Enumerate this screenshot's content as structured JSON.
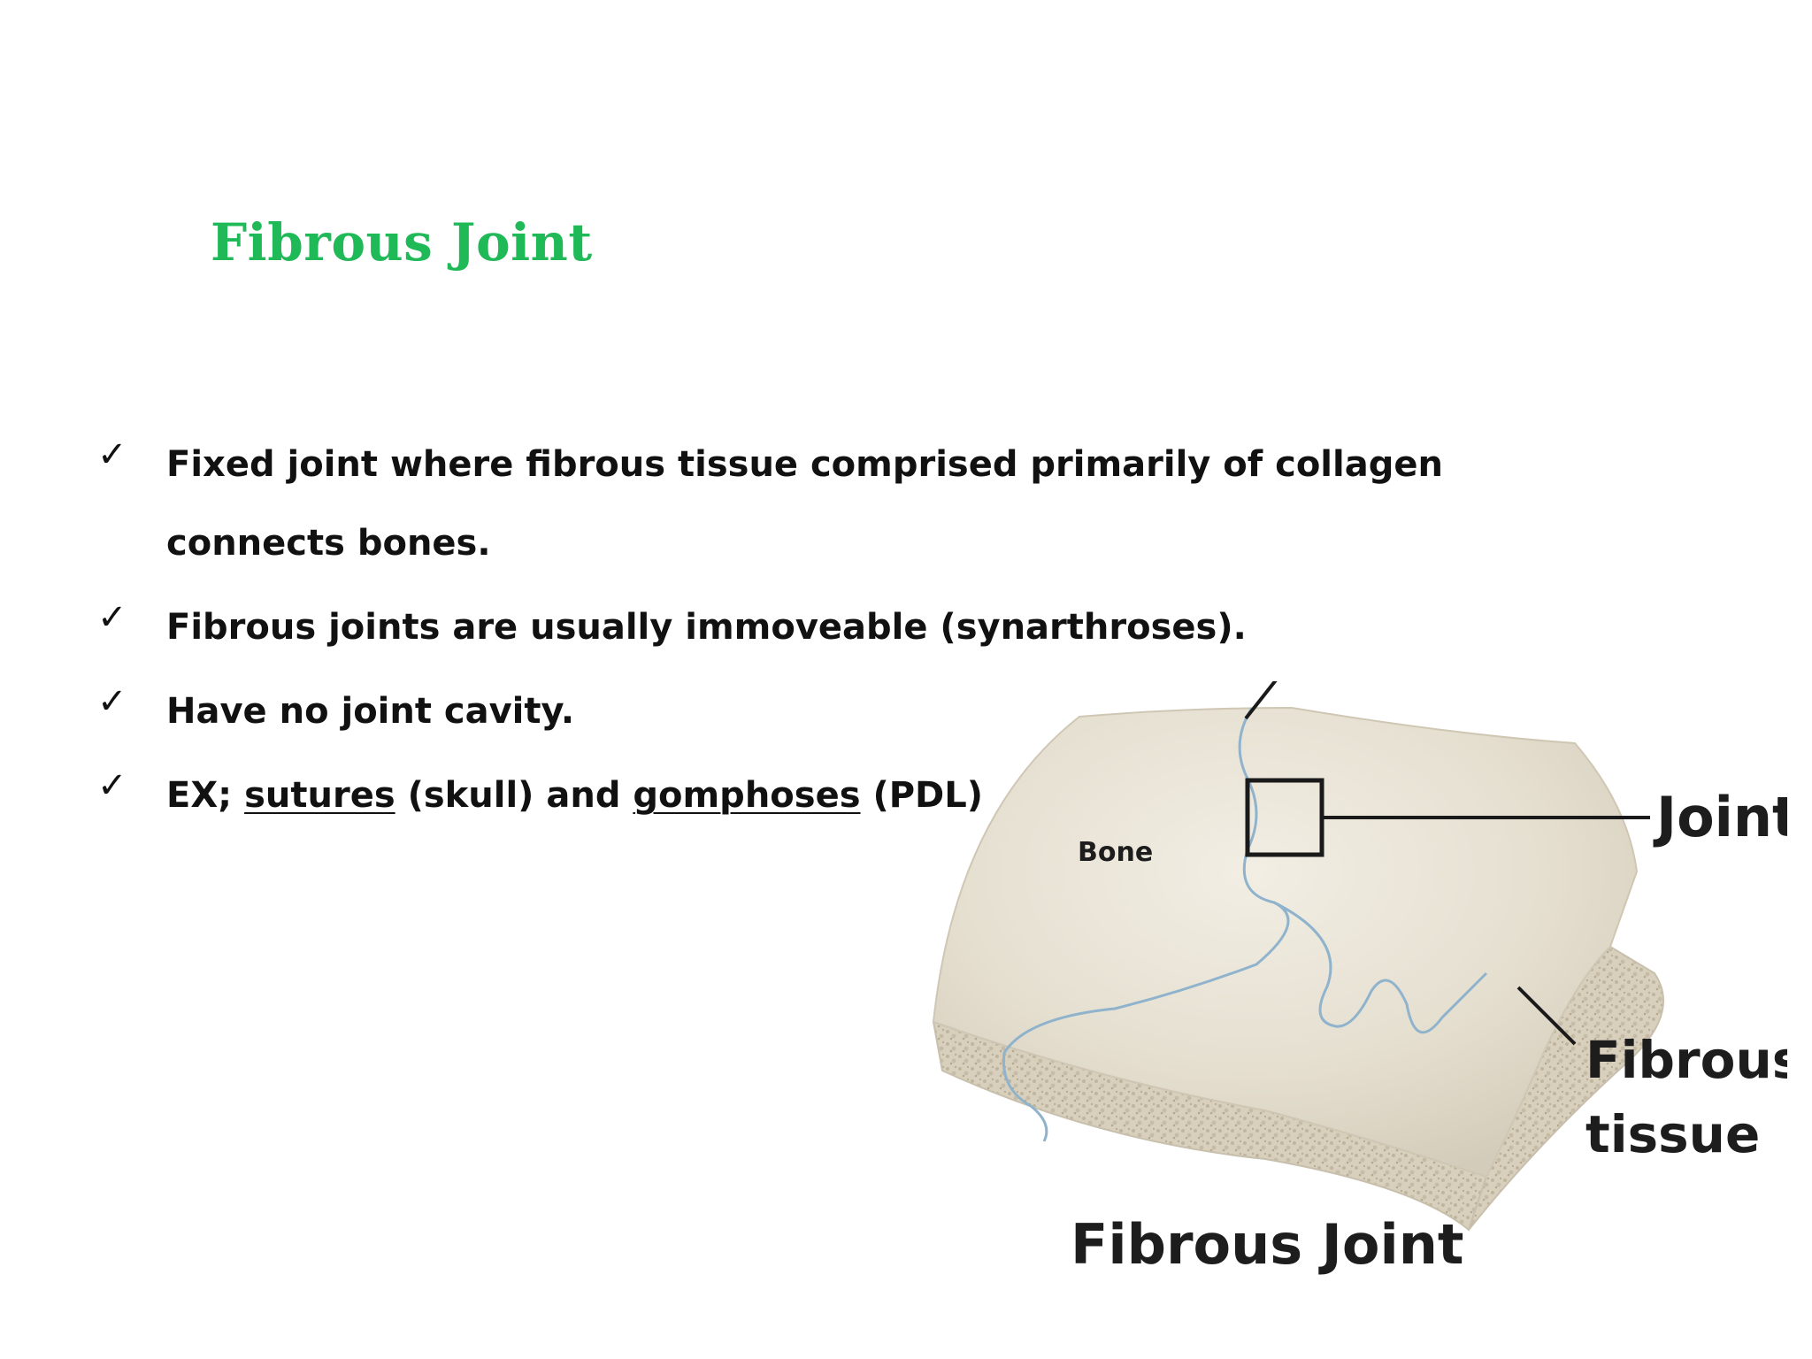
{
  "slide": {
    "title": "Fibrous Joint",
    "title_color": "#1fb957",
    "bullets": [
      {
        "parts": [
          "Fixed joint where fibrous tissue comprised primarily of collagen"
        ]
      },
      {
        "parts": [
          "connects bones."
        ]
      },
      {
        "parts": [
          "Fibrous joints are usually immoveable (synarthroses)."
        ]
      },
      {
        "parts": [
          "Have no joint cavity."
        ]
      },
      {
        "parts": [
          "EX; ",
          "sutures",
          " (skull) and  ",
          "gomphoses",
          " (PDL)"
        ]
      }
    ],
    "check_icon": "check-mark-icon"
  },
  "diagram": {
    "label_bone": "Bone",
    "label_joint": "Joint",
    "label_fibrous_1": "Fibrous",
    "label_fibrous_2": "tissue",
    "caption": "Fibrous Joint",
    "colors": {
      "bone_surface": "#e6e0d2",
      "bone_edge": "#d3ccbb",
      "suture": "#8fb3cc",
      "outline": "#1a1a1a"
    }
  }
}
